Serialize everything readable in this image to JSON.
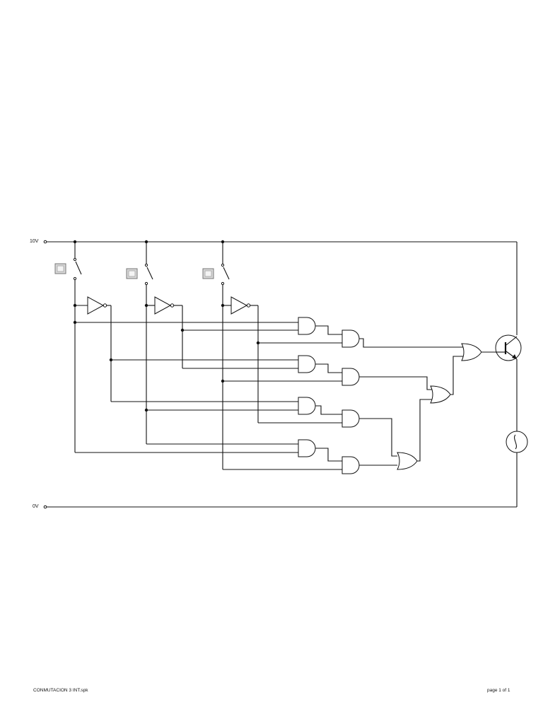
{
  "labels": {
    "supply_high": "10V",
    "supply_low": "0V"
  },
  "footer": {
    "file_name": "CONMUTACION 3 INT.spk",
    "page_indicator": "page 1 of 1"
  }
}
